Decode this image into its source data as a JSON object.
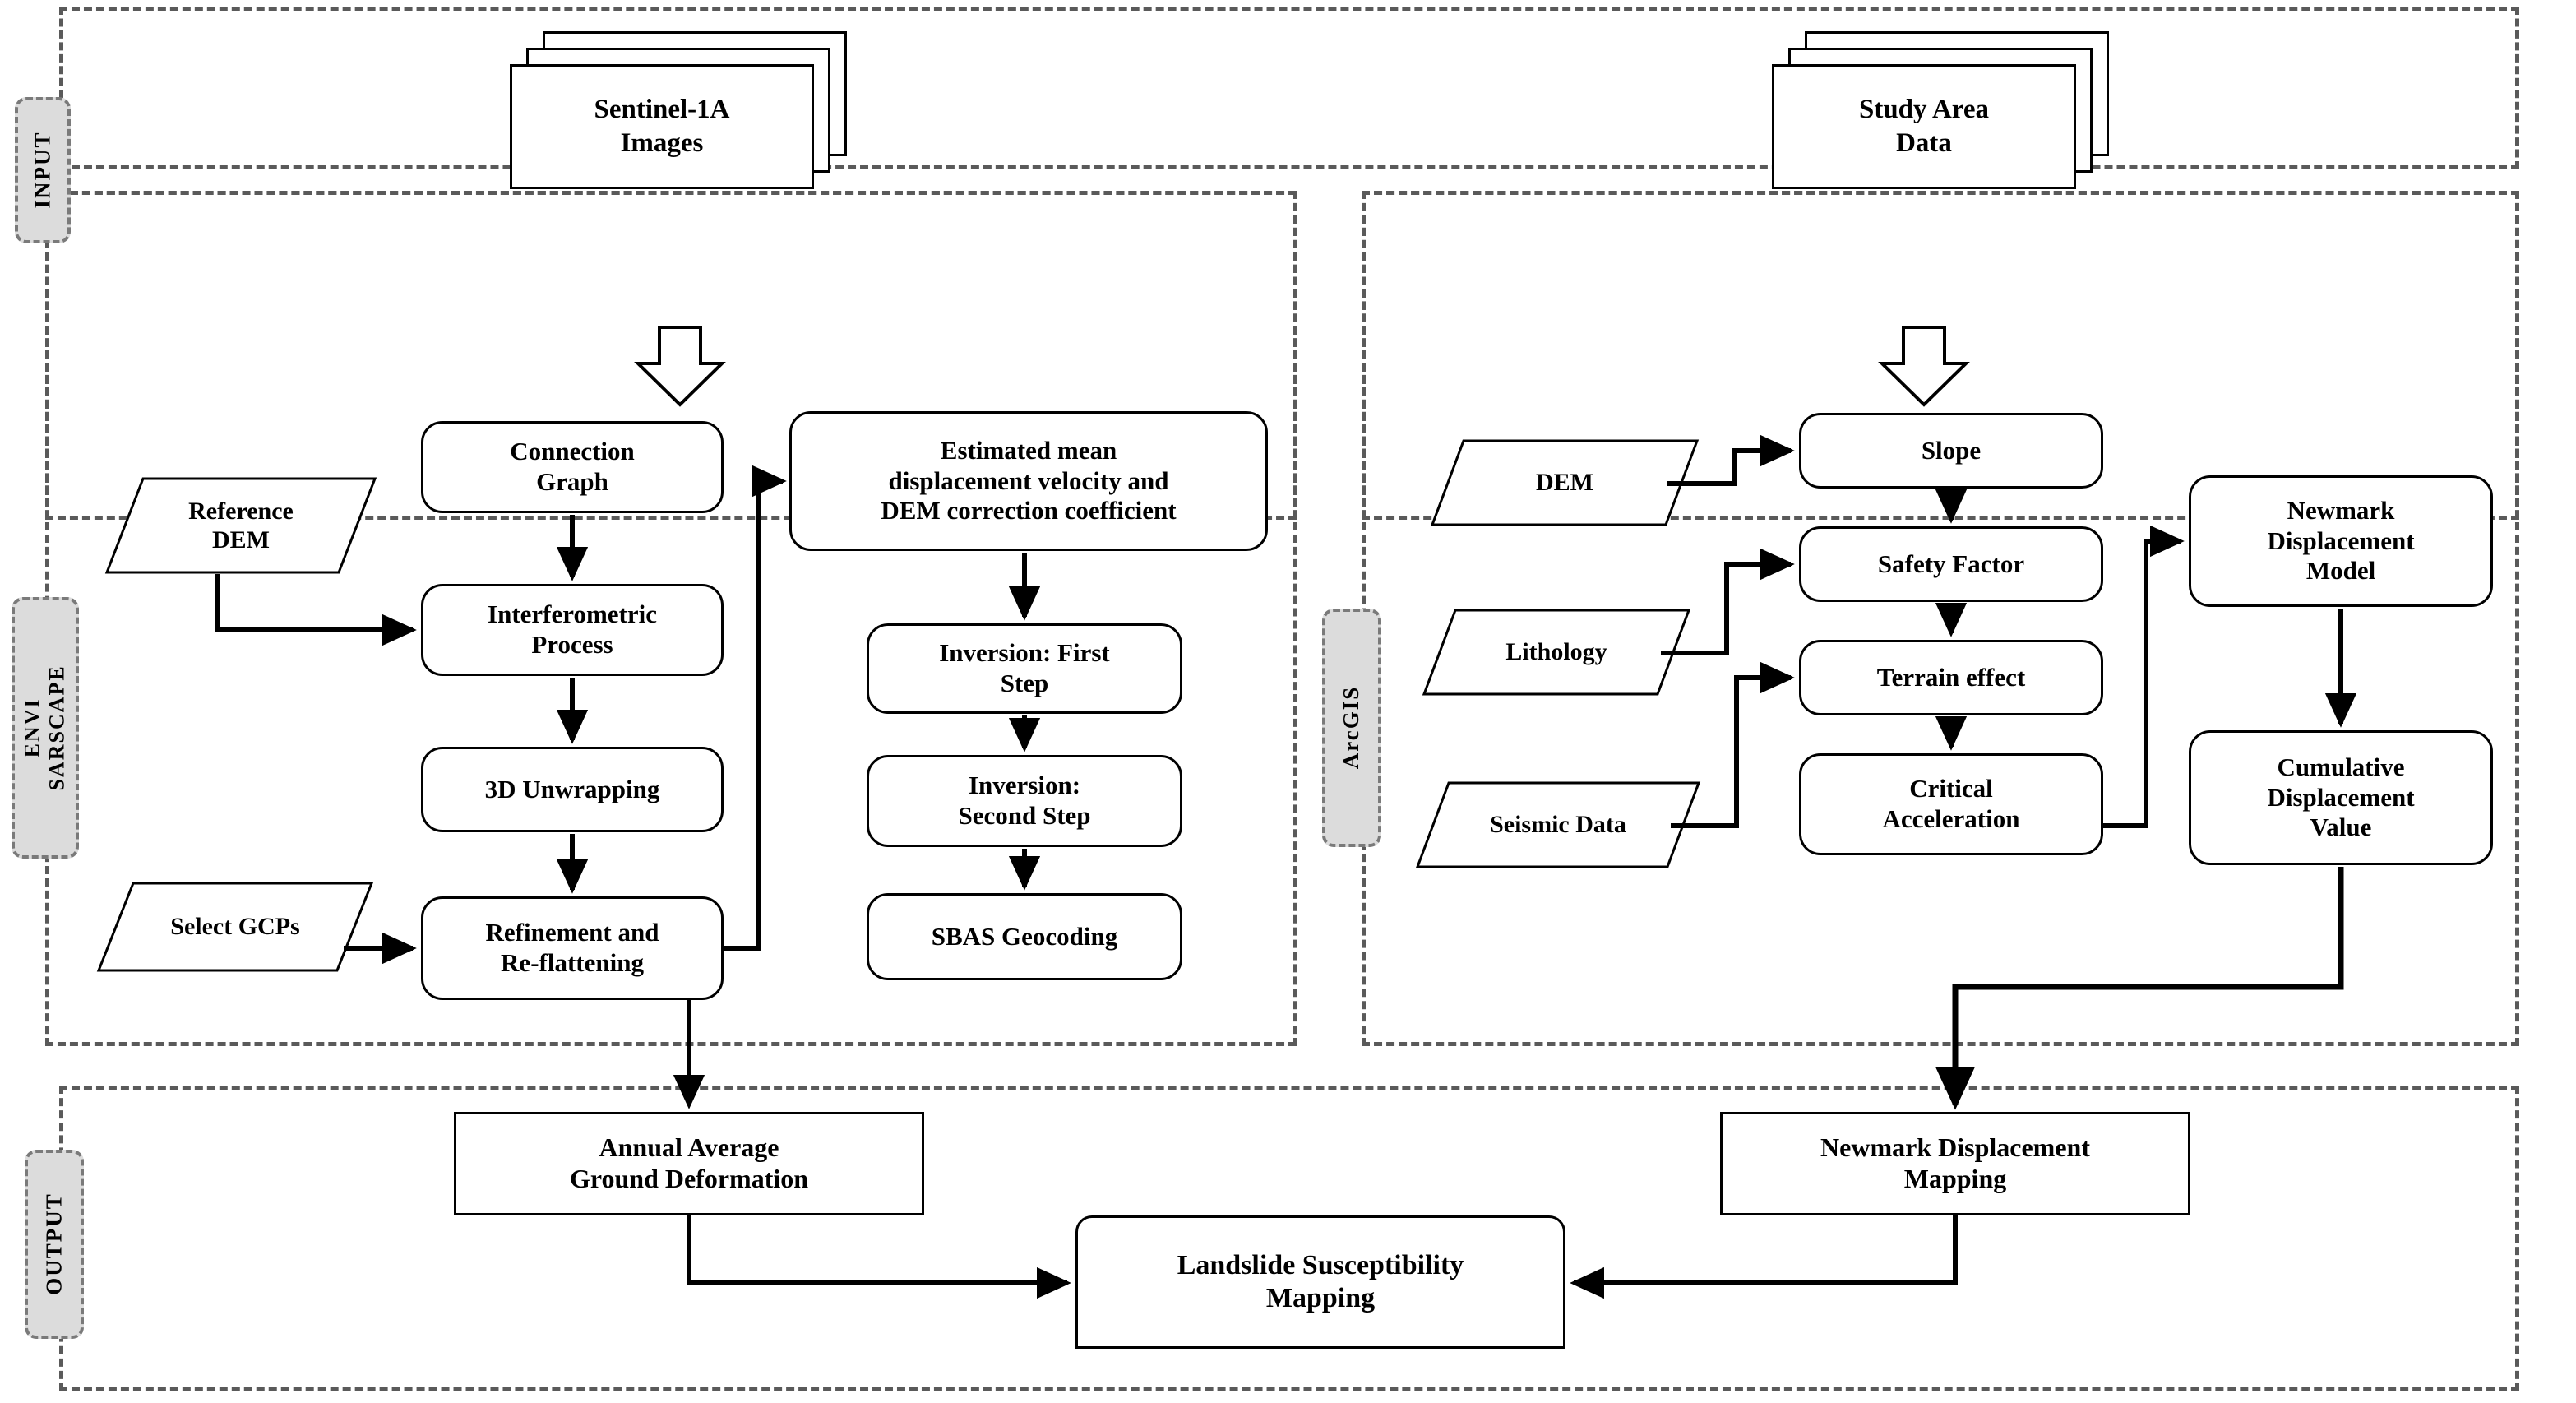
{
  "diagram": {
    "title": "Landslide susceptibility mapping workflow",
    "colors": {
      "frame_dash": "#5a5a5a",
      "stage_fill": "#dcdcdc",
      "stage_border": "#7a7a7a",
      "shape_stroke": "#000000",
      "shape_fill": "#ffffff"
    }
  },
  "stages": [
    {
      "id": "input",
      "label": "INPUT"
    },
    {
      "id": "envi",
      "label": "ENVI\nSARSCAPE",
      "line1": "ENVI",
      "line2": "SARSCAPE"
    },
    {
      "id": "arcgis",
      "label": "ArcGIS"
    },
    {
      "id": "output",
      "label": "OUTPUT"
    }
  ],
  "input_section": {
    "datasets": [
      {
        "id": "sentinel",
        "line1": "Sentinel-1A",
        "line2": "Images"
      },
      {
        "id": "study_area",
        "line1": "Study Area",
        "line2": "Data"
      }
    ]
  },
  "envi_section": {
    "inputs": [
      {
        "id": "reference-dem",
        "line1": "Reference",
        "line2": "DEM"
      },
      {
        "id": "select-gcps",
        "line1": "Select GCPs",
        "line2": ""
      }
    ],
    "left_chain": [
      {
        "id": "connection-graph",
        "line1": "Connection",
        "line2": "Graph"
      },
      {
        "id": "interferometric-process",
        "line1": "Interferometric",
        "line2": "Process"
      },
      {
        "id": "3d-unwrapping",
        "line1": "3D Unwrapping",
        "line2": ""
      },
      {
        "id": "refinement-reflattening",
        "line1": "Refinement and",
        "line2": "Re-flattening"
      }
    ],
    "right_chain": [
      {
        "id": "estimated-mean-displacement",
        "line1": "Estimated mean",
        "line2": "displacement velocity and",
        "line3": "DEM correction coefficient"
      },
      {
        "id": "inversion-first-step",
        "line1": "Inversion: First",
        "line2": "Step"
      },
      {
        "id": "inversion-second-step",
        "line1": "Inversion:",
        "line2": "Second Step"
      },
      {
        "id": "sbas-geocoding",
        "line1": "SBAS Geocoding",
        "line2": ""
      }
    ]
  },
  "arcgis_section": {
    "inputs": [
      {
        "id": "dem",
        "label": "DEM"
      },
      {
        "id": "lithology",
        "label": "Lithology"
      },
      {
        "id": "seismic-data",
        "label": "Seismic Data"
      }
    ],
    "chain": [
      {
        "id": "slope",
        "line1": "Slope",
        "line2": ""
      },
      {
        "id": "safety-factor",
        "line1": "Safety Factor",
        "line2": ""
      },
      {
        "id": "terrain-effect",
        "line1": "Terrain effect",
        "line2": ""
      },
      {
        "id": "critical-acceleration",
        "line1": "Critical",
        "line2": "Acceleration"
      }
    ],
    "model_chain": [
      {
        "id": "newmark-displacement-model",
        "line1": "Newmark",
        "line2": "Displacement",
        "line3": "Model"
      },
      {
        "id": "cumulative-displacement-value",
        "line1": "Cumulative",
        "line2": "Displacement",
        "line3": "Value"
      }
    ]
  },
  "output_section": {
    "products": [
      {
        "id": "annual-average-ground-deformation",
        "line1": "Annual Average",
        "line2": "Ground Deformation"
      },
      {
        "id": "newmark-displacement-mapping",
        "line1": "Newmark Displacement",
        "line2": "Mapping"
      },
      {
        "id": "landslide-susceptibility-mapping",
        "line1": "Landslide Susceptibility",
        "line2": "Mapping"
      }
    ]
  }
}
